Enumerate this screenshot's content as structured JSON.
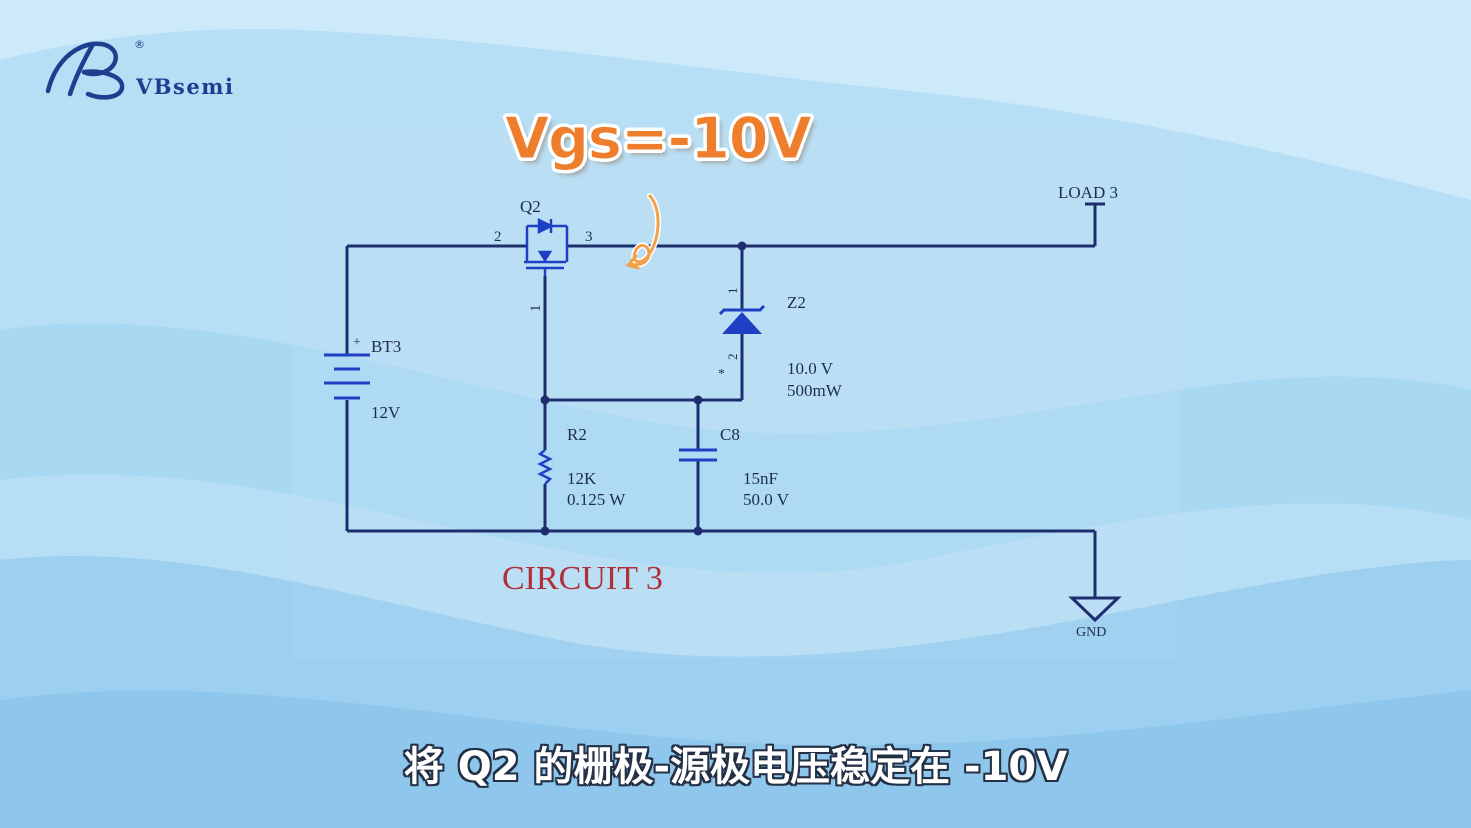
{
  "brand": {
    "name": "VBsemi",
    "registered_mark": "®"
  },
  "annotation": {
    "text": "Vgs=-10V",
    "color": "#ee7d2c"
  },
  "schematic": {
    "title": "CIRCUIT 3",
    "title_color": "#b0303a",
    "wire_color": "#1e2d6e",
    "component_color": "#1f3fc4",
    "q2": {
      "ref": "Q2",
      "pin_left": "2",
      "pin_right": "3",
      "pin_gate": "1"
    },
    "bt3": {
      "ref": "BT3",
      "plus": "+",
      "value": "12V"
    },
    "z2": {
      "ref": "Z2",
      "voltage": "10.0 V",
      "power": "500mW",
      "pin_top": "1",
      "pin_bottom": "2",
      "mark": "*"
    },
    "r2": {
      "ref": "R2",
      "resistance": "12K",
      "power": "0.125 W"
    },
    "c8": {
      "ref": "C8",
      "capacitance": "15nF",
      "voltage": "50.0 V"
    },
    "load": {
      "label": "LOAD 3"
    },
    "ground": {
      "label": "GND"
    }
  },
  "subtitle": "将 Q2 的栅极-源极电压稳定在 -10V"
}
